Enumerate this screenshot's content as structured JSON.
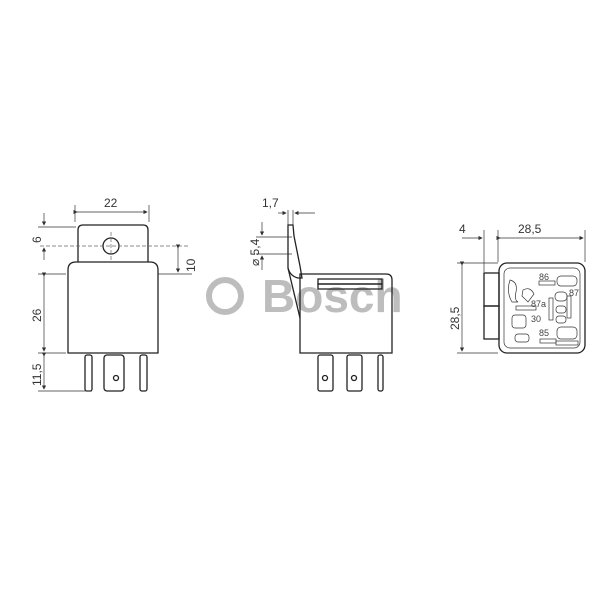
{
  "watermark": {
    "symbol": "©",
    "text": "Bosch",
    "color": "#bdbdbd"
  },
  "front_view": {
    "width_label": "22",
    "tab_top_label": "6",
    "tab_hole_label": "10",
    "body_height_label": "26",
    "pin_length_label": "11,5"
  },
  "side_view": {
    "tab_thickness_label": "1,7",
    "hole_diameter_label": "⌀ 5,4"
  },
  "bottom_view": {
    "offset_label": "4",
    "width_label": "28,5",
    "height_label": "28,5",
    "pins": [
      "86",
      "87",
      "87a",
      "30",
      "85"
    ]
  },
  "colors": {
    "line": "#222222",
    "text": "#333333",
    "background": "#ffffff"
  }
}
